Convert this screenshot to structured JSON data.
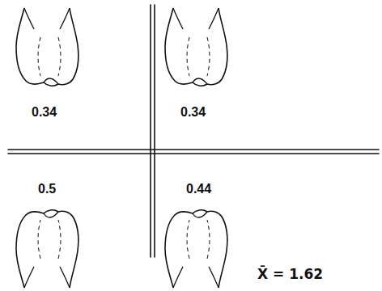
{
  "diagram": {
    "labels": [
      "0.34",
      "0.34",
      "0.5",
      "0.44",
      "X̄ = 1.62"
    ]
  }
}
